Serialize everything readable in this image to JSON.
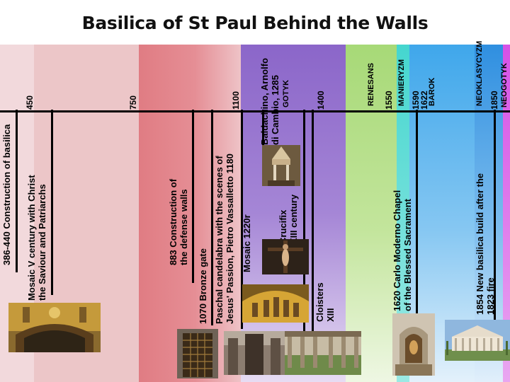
{
  "title": "Basilica of St Paul Behind the Walls",
  "colors": {
    "early": "#f2d9dc",
    "medieval": "#ecc6c8",
    "romanesque": "#e07c83",
    "gothic": "#8b66c9",
    "renaissance": "#a7d977",
    "mannerism": "#45d6cf",
    "baroque": "#3fa7eb",
    "neoclassicism": "#2f8fe0",
    "neogothic": "#d651e6"
  },
  "years": {
    "y450": "450",
    "y750": "750",
    "y1100": "1100",
    "y1400": "1400",
    "y1550": "1550",
    "y1590": "1590",
    "y1622": "1622",
    "y1850": "1850"
  },
  "styles": {
    "gothic": "GOTYK",
    "renaissance": "RENESANS",
    "mannerism": "MANIERYZM",
    "baroque": "BAROK",
    "neoclassicism": "NEOKLASYCYZM",
    "neogothic": "NEOGOTYK"
  },
  "events": {
    "construction": "386-440 Construction of basilica",
    "mosaic5_line1": "Mosaic V century with Christ",
    "mosaic5_line2": "the Saviour and Patriarchs",
    "walls_line1": "883 Construction of",
    "walls_line2": "the defense walls",
    "bronze_gate": "1070 Bronze gate",
    "candelabra_line1": "Paschal candelabra with the scenes of",
    "candelabra_line2": "Jesus' Passion, Pietro Vassalletto 1180",
    "mosaic_1220": "Mosaic 1220r",
    "baldachino_line1": "Baldachino, Arnolfo",
    "baldachino_line2": "di Cambio, 1285",
    "crucifix_line1": "Crucifix",
    "crucifix_line2": "XIII century",
    "cloisters_line1": "Cloisters",
    "cloisters_line2": "XIII",
    "chapel_line1": "1620 Carlo Moderno Chapel",
    "chapel_line2": "of the Blessed Sacrament",
    "new_basilica_line1": "1854 New basilica build after the",
    "new_basilica_line2": "1823 fire"
  },
  "images": {
    "mosaic_arch": "mosaic-arch-photo",
    "bronze_door": "bronze-door-photo",
    "candelabra": "candelabra-photo",
    "cloister": "cloister-photo",
    "baldachino": "baldachino-photo",
    "crucifix": "crucifix-photo",
    "apse_mosaic": "apse-mosaic-photo",
    "chapel": "chapel-photo",
    "facade": "facade-photo"
  }
}
